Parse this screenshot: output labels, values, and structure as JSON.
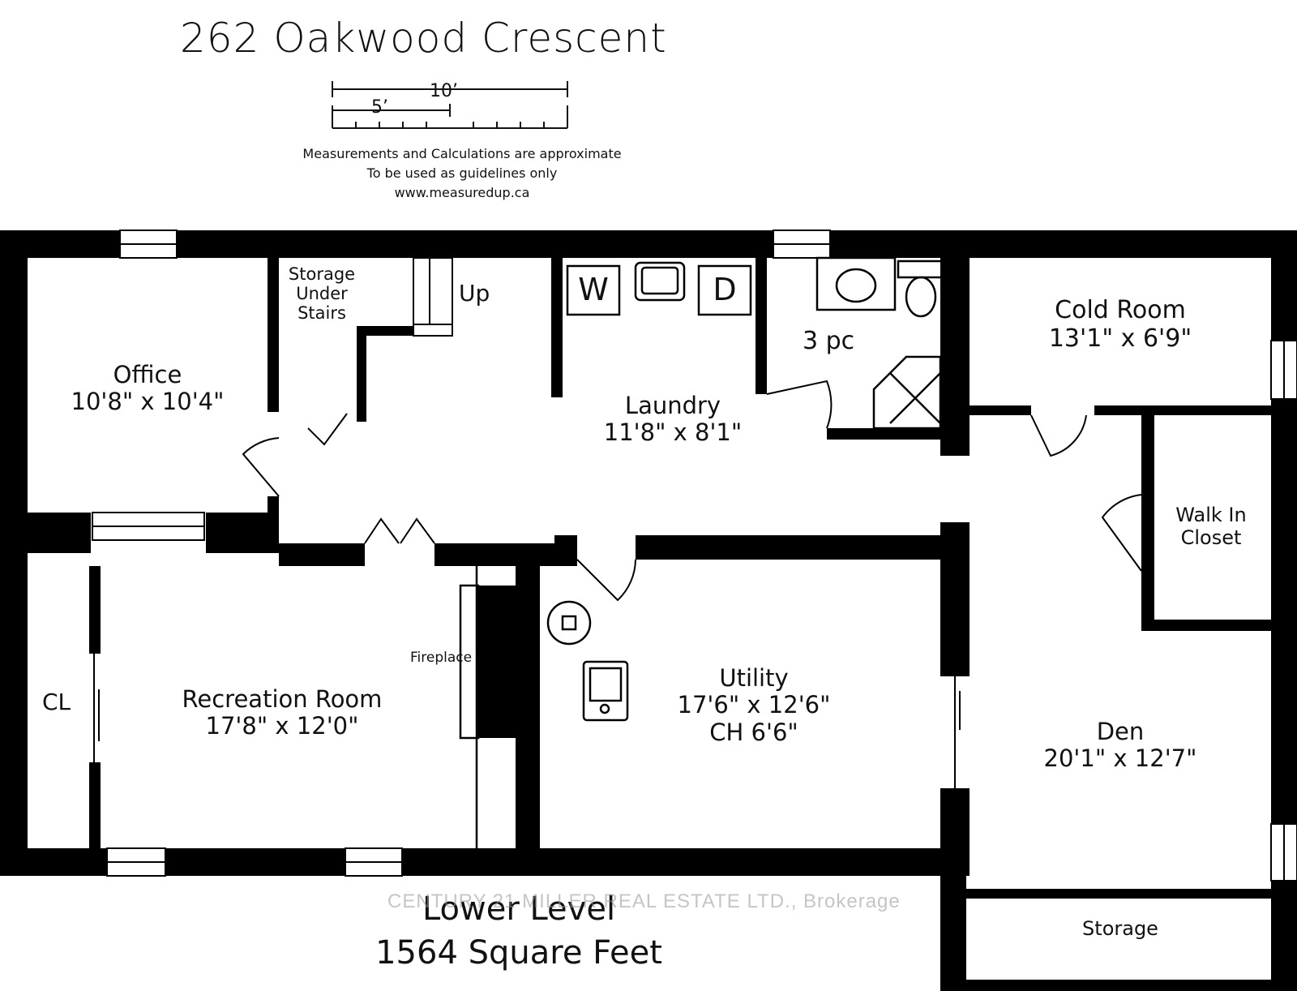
{
  "title": "262 Oakwood Crescent",
  "scale": {
    "major": "10’",
    "minor": "5’"
  },
  "notes": [
    "Measurements and Calculations are approximate",
    "To be used as guidelines only",
    "www.measuredup.ca"
  ],
  "rooms": {
    "storage_under_stairs": [
      "Storage",
      "Under",
      "Stairs"
    ],
    "stairs_up": "Up",
    "office": {
      "name": "Office",
      "dims": "10'8\" x 10'4\""
    },
    "laundry": {
      "name": "Laundry",
      "dims": "11'8\" x 8'1\""
    },
    "washer": "W",
    "dryer": "D",
    "bath": "3 pc",
    "cold_room": {
      "name": "Cold Room",
      "dims": "13'1\" x 6'9\""
    },
    "walk_in_closet": [
      "Walk In",
      "Closet"
    ],
    "fireplace": "Fireplace",
    "closet": "CL",
    "recreation": {
      "name": "Recreation Room",
      "dims": "17'8\" x 12'0\""
    },
    "utility": {
      "name": "Utility",
      "dims": "17'6\" x 12'6\"",
      "ceiling": "CH 6'6\""
    },
    "den": {
      "name": "Den",
      "dims": "20'1\" x 12'7\""
    },
    "storage": "Storage"
  },
  "footer": {
    "level": "Lower Level",
    "area": "1564 Square Feet"
  },
  "watermark": "CENTURY 21 MILLER REAL ESTATE LTD., Brokerage"
}
